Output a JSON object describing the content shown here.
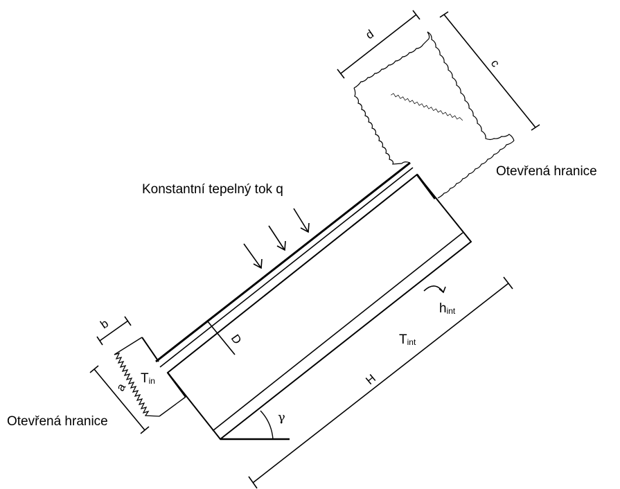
{
  "labels": {
    "heat_flux": "Konstantní tepelný tok  q",
    "open_boundary_top": "Otevřená hranice",
    "open_boundary_bottom": "Otevřená hranice",
    "dim_a": "a",
    "dim_b": "b",
    "dim_c": "c",
    "dim_d": "d",
    "dim_D": "D",
    "dim_H": "H",
    "angle": "γ",
    "h_int_main": "h",
    "h_int_sub": "int",
    "t_int_main": "T",
    "t_int_sub": "int",
    "t_in_main": "T",
    "t_in_sub": "in"
  }
}
